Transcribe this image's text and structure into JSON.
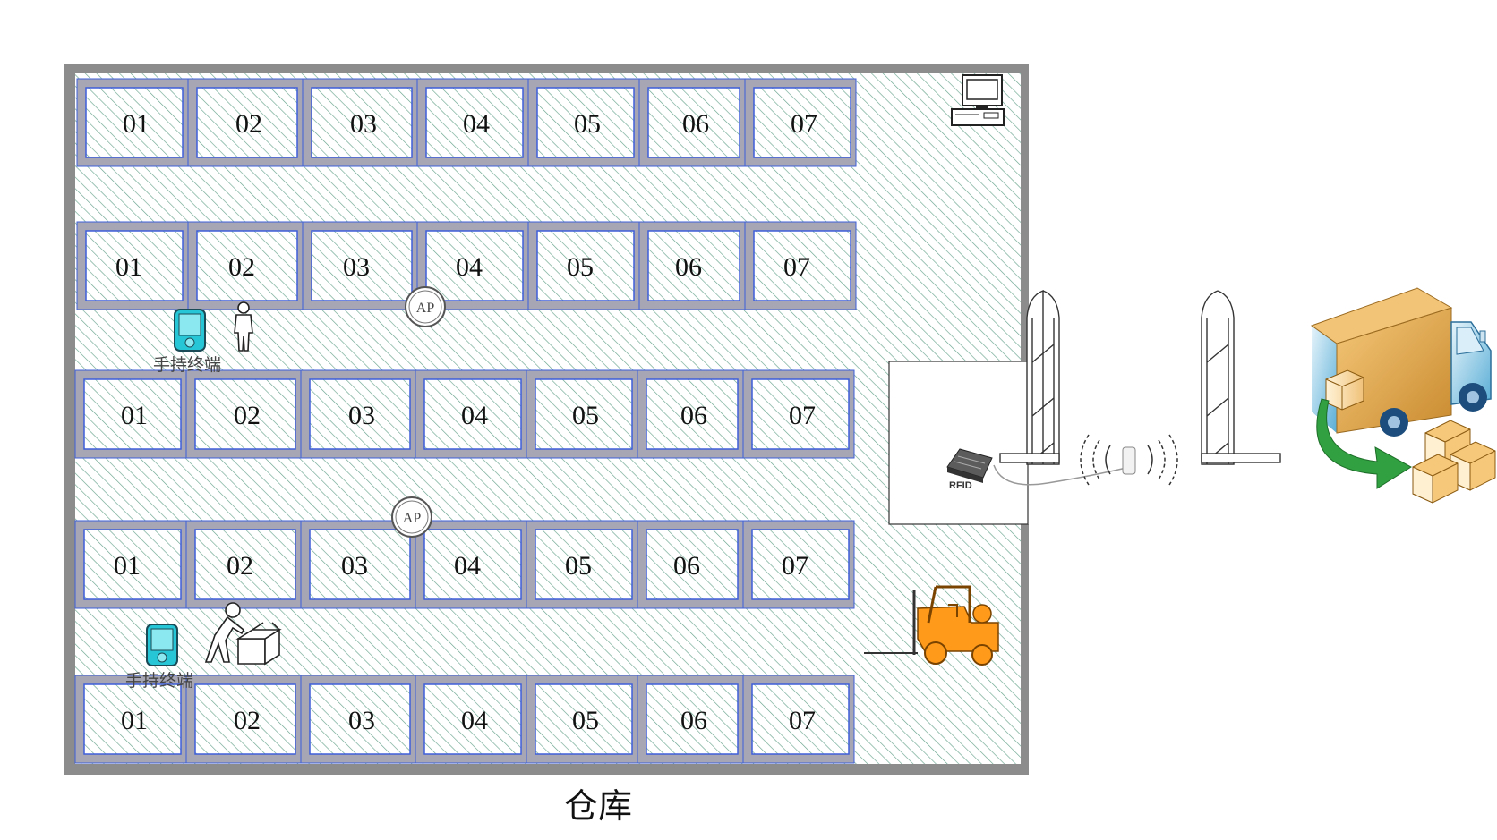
{
  "warehouse": {
    "caption": "仓库",
    "rows": [
      [
        "01",
        "02",
        "03",
        "04",
        "05",
        "06",
        "07"
      ],
      [
        "01",
        "02",
        "03",
        "04",
        "05",
        "06",
        "07"
      ],
      [
        "01",
        "02",
        "03",
        "04",
        "05",
        "06",
        "07"
      ],
      [
        "01",
        "02",
        "03",
        "04",
        "05",
        "06",
        "07"
      ],
      [
        "01",
        "02",
        "03",
        "04",
        "05",
        "06",
        "07"
      ]
    ],
    "ap_label": "AP",
    "handheld_label": "手持终端",
    "rfid_label": "RFID"
  },
  "colors": {
    "wall": "#8c8c8c",
    "shelf_frame": "#a6a6b4",
    "slot_border": "#3f5fd8",
    "hatch": "#6aa58f",
    "handheld": "#27c6d6",
    "forklift": "#ff9a1a",
    "truck_box": "#e0a040",
    "arrow": "#30a040"
  },
  "icons": [
    "computer-icon",
    "rfid-reader-icon",
    "rfid-gate-icon",
    "rfid-tag-icon",
    "handheld-terminal-icon",
    "worker-icon",
    "forklift-icon",
    "truck-icon",
    "boxes-icon",
    "ap-icon"
  ]
}
